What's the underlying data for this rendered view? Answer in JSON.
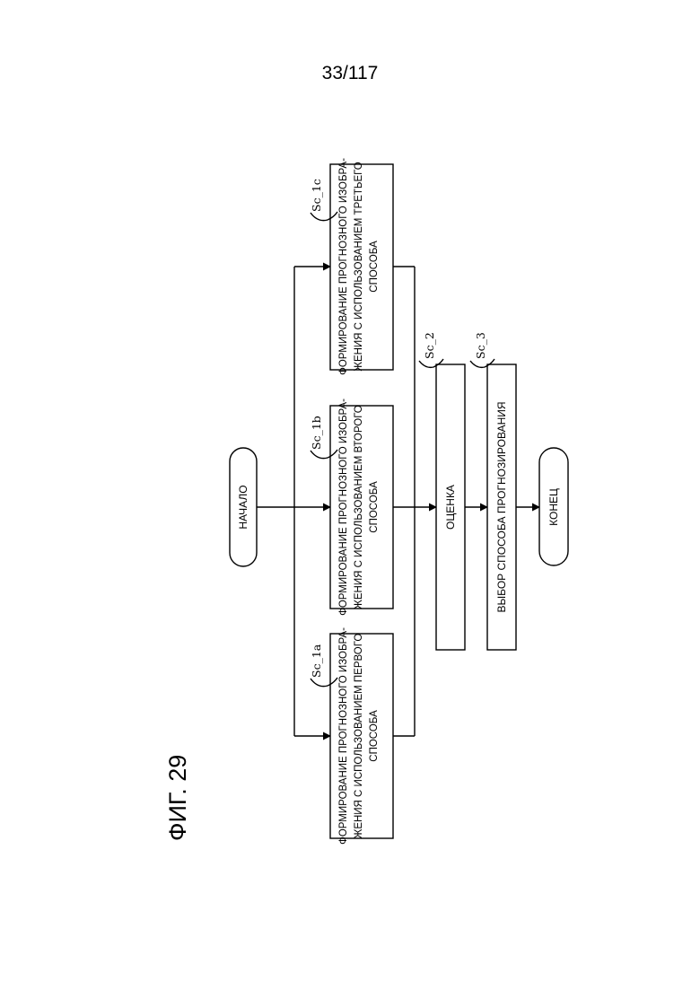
{
  "page_number": "33/117",
  "figure_label": "ФИГ. 29",
  "start": {
    "text": "НАЧАЛО"
  },
  "end": {
    "text": "КОНЕЦ"
  },
  "steps": {
    "sc1a": {
      "id": "Sc_1a",
      "lines": [
        "ФОРМИРОВАНИЕ ПРОГНОЗНОГО ИЗОБРА-",
        "ЖЕНИЯ С ИСПОЛЬЗОВАНИЕМ ПЕРВОГО",
        "СПОСОБА"
      ]
    },
    "sc1b": {
      "id": "Sc_1b",
      "lines": [
        "ФОРМИРОВАНИЕ ПРОГНОЗНОГО ИЗОБРА-",
        "ЖЕНИЯ С ИСПОЛЬЗОВАНИЕМ ВТОРОГО",
        "СПОСОБА"
      ]
    },
    "sc1c": {
      "id": "Sc_1c",
      "lines": [
        "ФОРМИРОВАНИЕ ПРОГНОЗНОГО ИЗОБРА-",
        "ЖЕНИЯ С ИСПОЛЬЗОВАНИЕМ ТРЕТЬЕГО",
        "СПОСОБА"
      ]
    },
    "sc2": {
      "id": "Sc_2",
      "text": "ОЦЕНКА"
    },
    "sc3": {
      "id": "Sc_3",
      "text": "ВЫБОР СПОСОБА ПРОГНОЗИРОВАНИЯ"
    }
  }
}
